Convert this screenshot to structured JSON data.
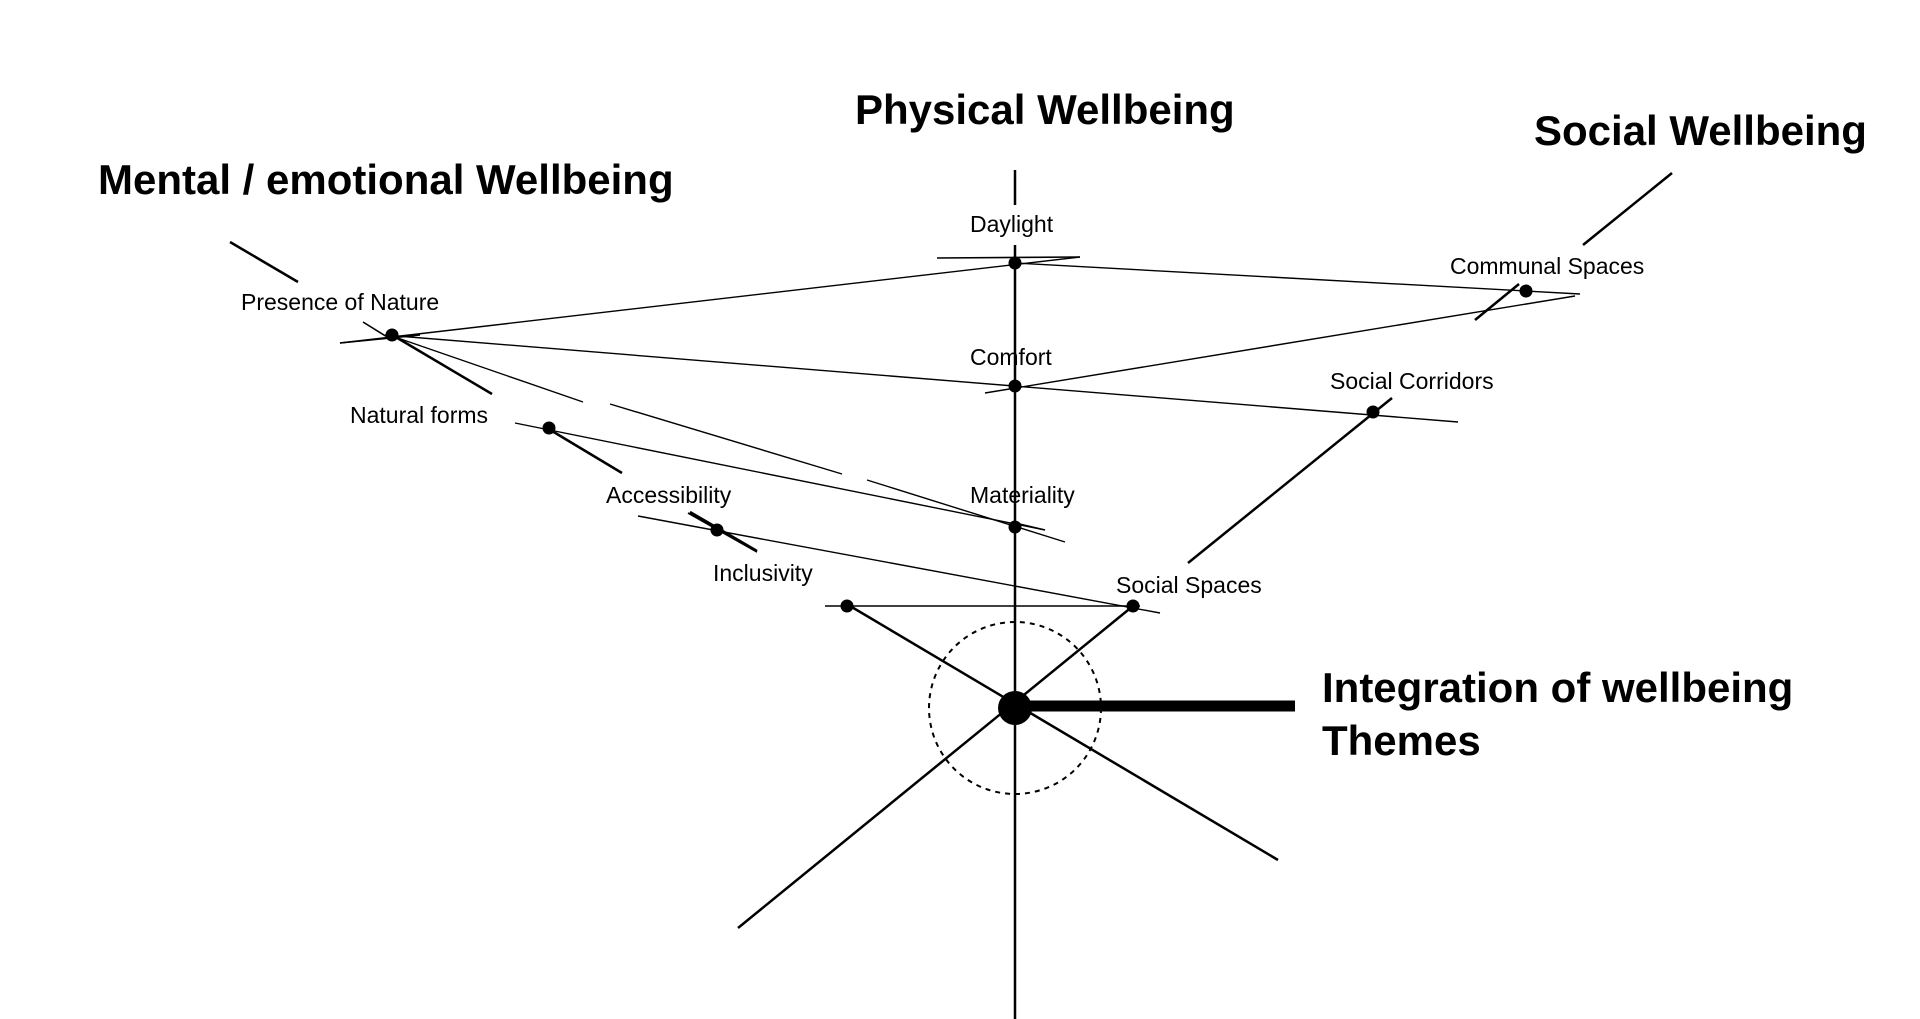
{
  "titles": {
    "physical": "Physical Wellbeing",
    "social": "Social Wellbeing",
    "mental": "Mental / emotional Wellbeing",
    "integration_line1": "Integration of wellbeing",
    "integration_line2": "Themes"
  },
  "nodes": {
    "daylight": "Daylight",
    "comfort": "Comfort",
    "materiality": "Materiality",
    "presence_of_nature": "Presence of Nature",
    "natural_forms": "Natural forms",
    "accessibility": "Accessibility",
    "inclusivity": "Inclusivity",
    "communal_spaces": "Communal Spaces",
    "social_corridors": "Social Corridors",
    "social_spaces": "Social Spaces"
  }
}
